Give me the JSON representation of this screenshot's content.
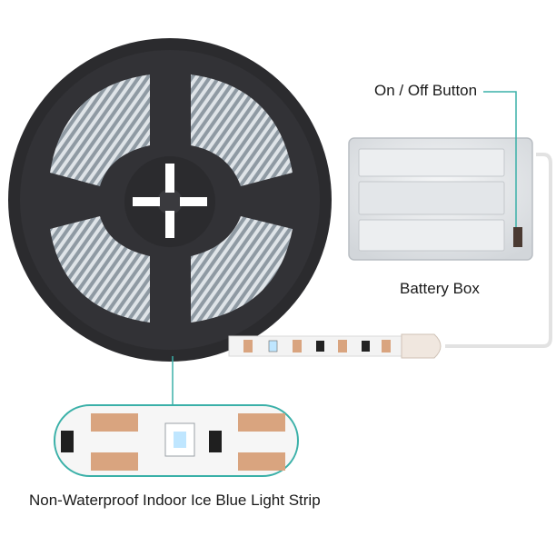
{
  "labels": {
    "on_off_button": "On / Off Button",
    "battery_box": "Battery Box",
    "light_strip": "Non-Waterproof Indoor Ice Blue Light Strip"
  },
  "colors": {
    "reel": "#2b2b2e",
    "strip_white": "#f2f2f2",
    "copper_pad": "#d9a47f",
    "led_blue": "#bfe6ff",
    "callout_teal": "#3ab0a8",
    "battery_box": "#e6e8ea"
  }
}
